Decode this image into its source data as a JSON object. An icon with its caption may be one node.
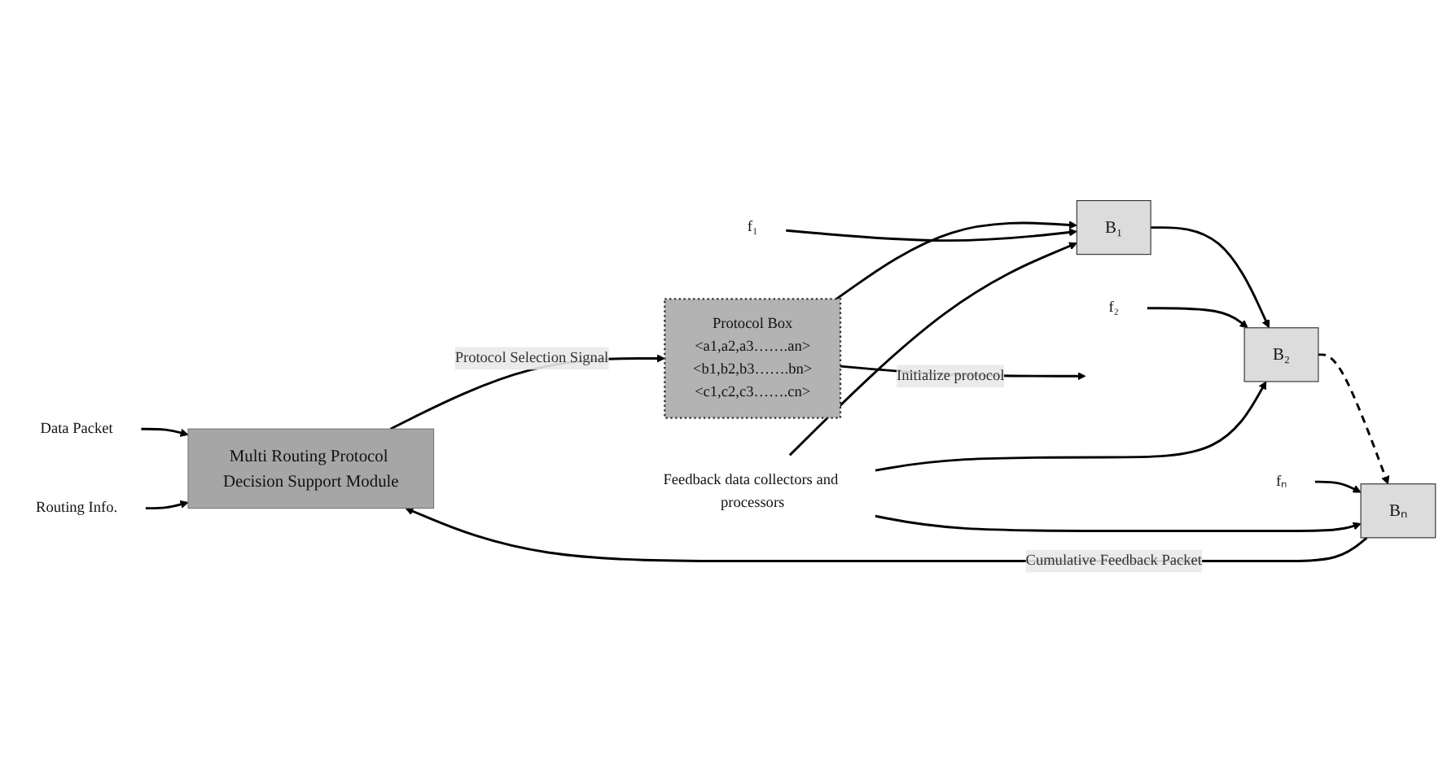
{
  "diagram": {
    "nodes": [
      {
        "text": [
          "Data Packet"
        ]
      },
      {
        "text": [
          "Routing Info."
        ]
      },
      {
        "text": [
          "Multi Routing Protocol Decision Support Module"
        ]
      },
      {
        "text": [
          "Protocol Box",
          "<a1,a2,a3…….an>",
          "<b1,b2,b3…….bn>",
          "<c1,c2,c3…….cn>"
        ]
      },
      {
        "text": [
          "Feedback data collectors and processors"
        ]
      },
      {
        "text": [
          "Bₙ"
        ]
      },
      {
        "text": [
          "B₂"
        ]
      },
      {
        "text": [
          "B₁"
        ]
      },
      {
        "text": [
          "fₙ"
        ]
      },
      {
        "text": [
          "f₂"
        ]
      },
      {
        "text": [
          "f₁"
        ]
      }
    ],
    "edges": [
      {
        "from": 0,
        "to": 2,
        "arrow": "to"
      },
      {
        "from": 1,
        "to": 2,
        "arrow": "to"
      },
      {
        "from": 2,
        "to": 3,
        "arrow": "to",
        "label": "Protocol Selection Signal"
      },
      {
        "from": 3,
        "to": null,
        "arrow": "to",
        "label": "Initialize protocol"
      },
      {
        "from": 3,
        "to": 7,
        "arrow": "to"
      },
      {
        "from": 7,
        "to": 6,
        "arrow": "to"
      },
      {
        "from": 6,
        "to": 5,
        "arrow": "to",
        "style": "dashed"
      },
      {
        "from": 5,
        "to": 2,
        "arrow": "to",
        "label": "Cumulative Feedback Packet"
      },
      {
        "from": 8,
        "to": 5,
        "arrow": "to"
      },
      {
        "from": 9,
        "to": 6,
        "arrow": "to"
      },
      {
        "from": 10,
        "to": 7,
        "arrow": "to"
      },
      {
        "from": 4,
        "to": 5,
        "arrow": "to"
      },
      {
        "from": 4,
        "to": 6,
        "arrow": "to"
      },
      {
        "from": 4,
        "to": 7,
        "arrow": "to"
      }
    ]
  }
}
